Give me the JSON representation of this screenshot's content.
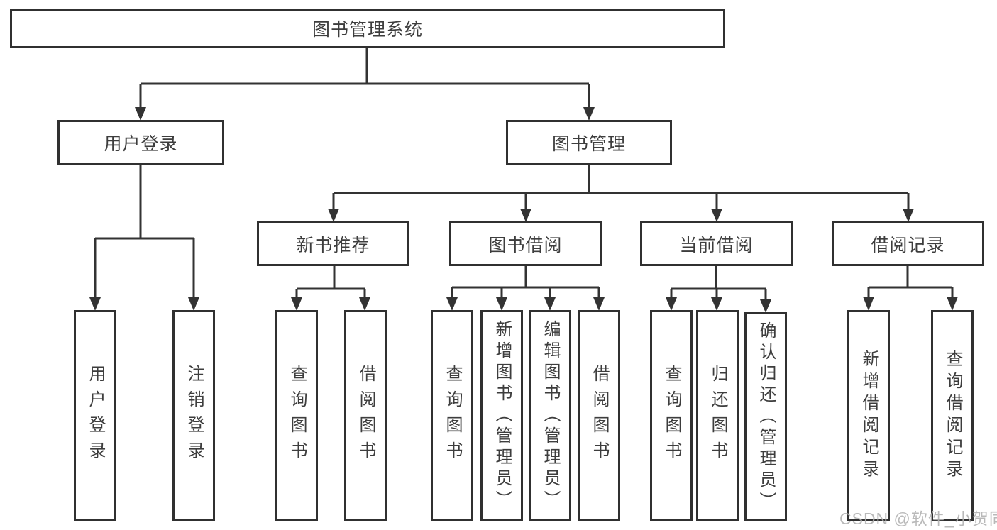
{
  "tree": {
    "root": {
      "label": "图书管理系统"
    },
    "level1": [
      {
        "label": "用户登录",
        "children": [
          {
            "label": "用户登录"
          },
          {
            "label": "注销登录"
          }
        ]
      },
      {
        "label": "图书管理",
        "children": [
          {
            "label": "新书推荐",
            "children": [
              {
                "label": "查询图书"
              },
              {
                "label": "借阅图书"
              }
            ]
          },
          {
            "label": "图书借阅",
            "children": [
              {
                "label": "查询图书"
              },
              {
                "label": "新增图书（管理员）"
              },
              {
                "label": "编辑图书（管理员）"
              },
              {
                "label": "借阅图书"
              }
            ]
          },
          {
            "label": "当前借阅",
            "children": [
              {
                "label": "查询图书"
              },
              {
                "label": "归还图书"
              },
              {
                "label": "确认归还（管理员）"
              }
            ]
          },
          {
            "label": "借阅记录",
            "children": [
              {
                "label": "新增借阅记录"
              },
              {
                "label": "查询借阅记录"
              }
            ]
          }
        ]
      }
    ]
  },
  "watermark": {
    "text": "CSDN @软件_小贺同学"
  },
  "colors": {
    "line": "#333333",
    "text": "#3d3d3d",
    "watermark": "#b2b2b2"
  }
}
